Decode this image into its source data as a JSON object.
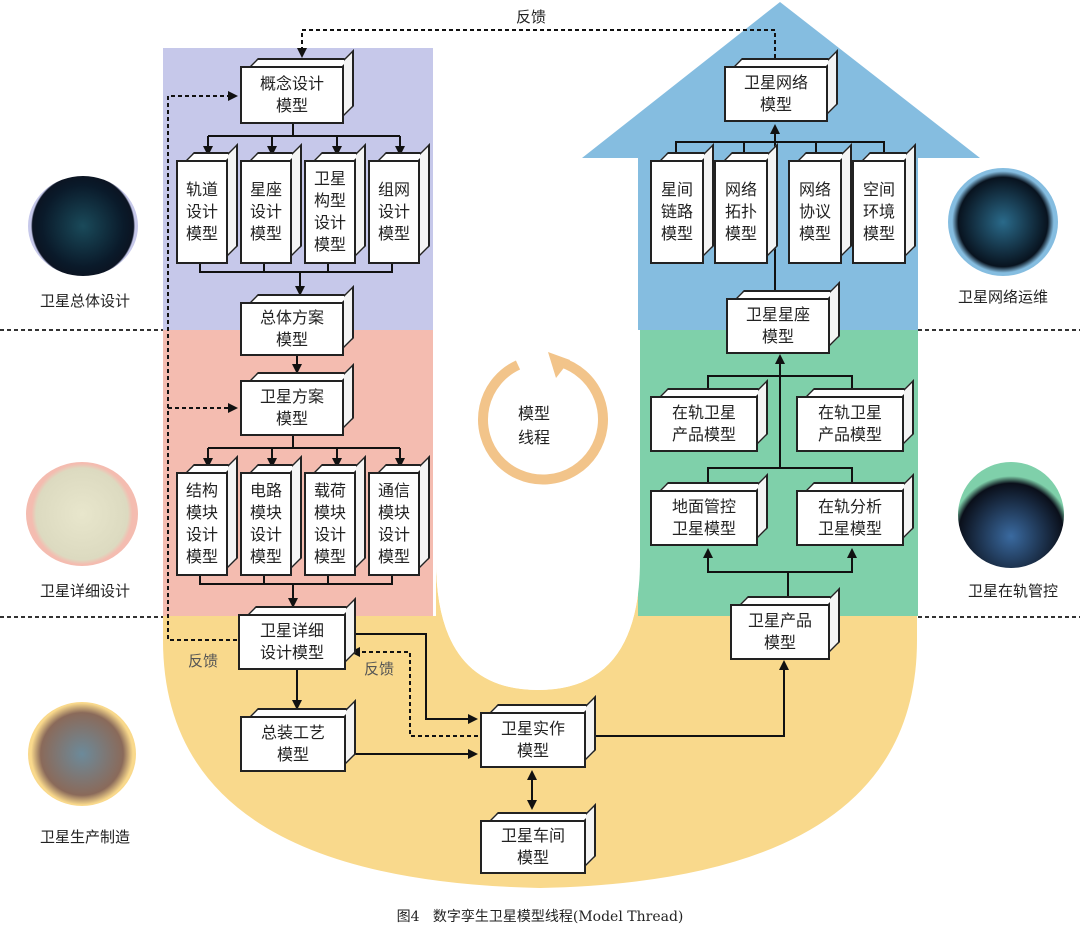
{
  "caption": "图4   数字孪生卫星模型线程(Model Thread)",
  "colors": {
    "concept_band": "#c6c8ea",
    "detail_band": "#f4bcb0",
    "production_band": "#f9d98c",
    "onorbit_band": "#7fd0aa",
    "network_band": "#85bde0",
    "thread_circle": "#f2c48a"
  },
  "center": {
    "thread_label": "模型\n线程"
  },
  "feedback_labels": {
    "top": "反馈",
    "left": "反馈",
    "middle": "反馈"
  },
  "phases": {
    "overall_design": "卫星总体设计",
    "detailed_design": "卫星详细设计",
    "production": "卫星生产制造",
    "network_ops": "卫星网络运维",
    "onorbit_control": "卫星在轨管控"
  },
  "phase_icons": {
    "overall_design": "globe-network-icon",
    "detailed_design": "satellite-schematic-icon",
    "production": "factory-floor-icon",
    "network_ops": "network-links-icon",
    "onorbit_control": "satellite-orbit-icon"
  },
  "left": {
    "concept": "概念设计\n模型",
    "subdesign": [
      "轨道\n设计\n模型",
      "星座\n设计\n模型",
      "卫星\n构型\n设计\n模型",
      "组网\n设计\n模型"
    ],
    "overall_scheme": "总体方案\n模型",
    "satellite_scheme": "卫星方案\n模型",
    "modules": [
      "结构\n模块\n设计\n模型",
      "电路\n模块\n设计\n模型",
      "载荷\n模块\n设计\n模型",
      "通信\n模块\n设计\n模型"
    ],
    "detailed_design": "卫星详细\n设计模型"
  },
  "bottom": {
    "assembly": "总装工艺\n模型",
    "fabrication": "卫星实作\n模型",
    "workshop": "卫星车间\n模型"
  },
  "right": {
    "product": "卫星产品\n模型",
    "ground_control": "地面管控\n卫星模型",
    "onorbit_analysis": "在轨分析\n卫星模型",
    "onorbit_product_1": "在轨卫星\n产品模型",
    "onorbit_product_2": "在轨卫星\n产品模型",
    "constellation": "卫星星座\n模型",
    "network_parts": [
      "星间\n链路\n模型",
      "网络\n拓扑\n模型",
      "网络\n协议\n模型",
      "空间\n环境\n模型"
    ],
    "network": "卫星网络\n模型"
  }
}
